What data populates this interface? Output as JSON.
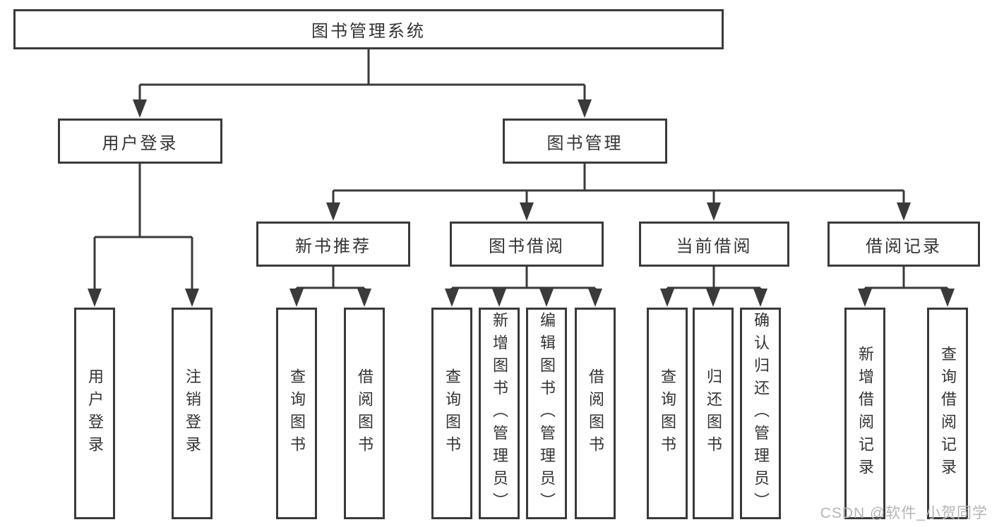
{
  "diagram": {
    "root": {
      "label": "图书管理系统",
      "children": [
        {
          "label": "用户登录",
          "children": [
            {
              "label": "用户登录"
            },
            {
              "label": "注销登录"
            }
          ]
        },
        {
          "label": "图书管理",
          "children": [
            {
              "label": "新书推荐",
              "children": [
                {
                  "label": "查询图书"
                },
                {
                  "label": "借阅图书"
                }
              ]
            },
            {
              "label": "图书借阅",
              "children": [
                {
                  "label": "查询图书"
                },
                {
                  "label": "新增图书（管理员）"
                },
                {
                  "label": "编辑图书（管理员）"
                },
                {
                  "label": "借阅图书"
                }
              ]
            },
            {
              "label": "当前借阅",
              "children": [
                {
                  "label": "查询图书"
                },
                {
                  "label": "归还图书"
                },
                {
                  "label": "确认归还（管理员）"
                }
              ]
            },
            {
              "label": "借阅记录",
              "children": [
                {
                  "label": "新增借阅记录"
                },
                {
                  "label": "查询借阅记录"
                }
              ]
            }
          ]
        }
      ]
    }
  },
  "watermark": "CSDN @软件_小贺同学",
  "colors": {
    "line": "#3a3a3a",
    "text": "#333333",
    "watermark": "#b5b5b5",
    "background": "#ffffff"
  }
}
